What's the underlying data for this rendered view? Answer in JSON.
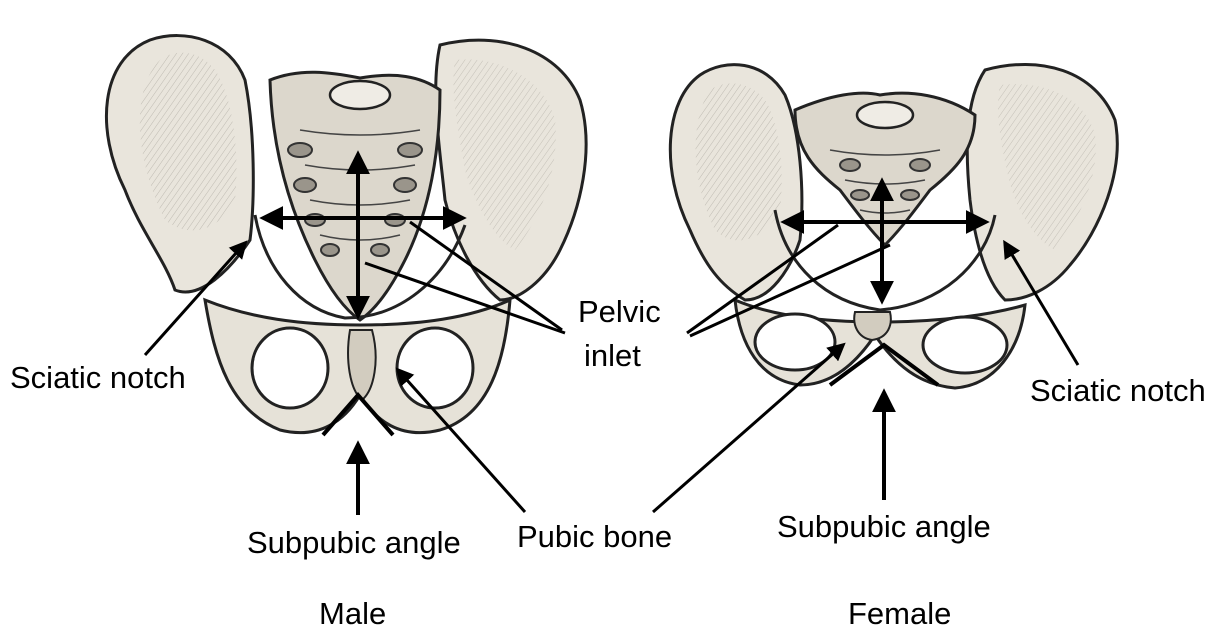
{
  "labels": {
    "sciatic_notch_male": "Sciatic notch",
    "sciatic_notch_female": "Sciatic notch",
    "pelvic_inlet_line1": "Pelvic",
    "pelvic_inlet_line2": "inlet",
    "subpubic_angle_male": "Subpubic angle",
    "subpubic_angle_female": "Subpubic angle",
    "pubic_bone": "Pubic bone"
  },
  "captions": {
    "male": "Male",
    "female": "Female"
  },
  "colors": {
    "ink": "#000000",
    "bone": "#e9e5dc",
    "bone_shadow": "#8a857b",
    "background": "#ffffff"
  }
}
